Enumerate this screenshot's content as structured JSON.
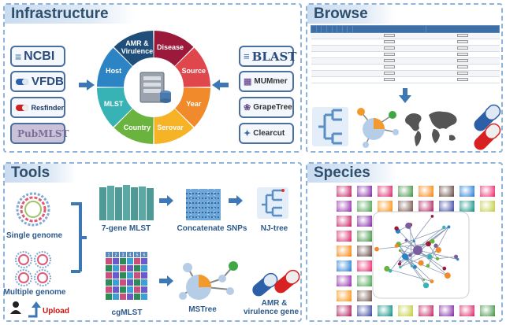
{
  "panels": {
    "infrastructure": "Infrastructure",
    "browse": "Browse",
    "tools": "Tools",
    "species": "Species"
  },
  "infrastructure": {
    "left_sources": [
      "NCBI",
      "VFDB",
      "Resfinder",
      "PubMLST"
    ],
    "right_tools": [
      "BLAST",
      "MUMmer",
      "GrapeTree",
      "Clearcut"
    ],
    "wheel": [
      {
        "label": "AMR &",
        "label2": "Virulence",
        "color": "#1e4e79"
      },
      {
        "label": "Disease",
        "color": "#9b1a3b"
      },
      {
        "label": "Source",
        "color": "#e0474c"
      },
      {
        "label": "Year",
        "color": "#f08a2a"
      },
      {
        "label": "Serovar",
        "color": "#f5b325"
      },
      {
        "label": "Country",
        "color": "#6ab33e"
      },
      {
        "label": "MLST",
        "color": "#38b3b5"
      },
      {
        "label": "Host",
        "color": "#2d84c4"
      }
    ]
  },
  "tools": {
    "single_genome": "Single genome",
    "multiple_genome": "Multiple genome",
    "upload": "Upload",
    "mlst7": "7-gene MLST",
    "concat": "Concatenate SNPs",
    "njtree": "NJ-tree",
    "cgmlst": "cgMLST",
    "mstree": "MSTree",
    "amr1": "AMR &",
    "amr2": "virulence gene",
    "cg_header": [
      "1",
      "2",
      "3",
      "4",
      "5",
      "6"
    ]
  },
  "colors": {
    "accent": "#3e77b6",
    "panel_border": "#8fb3d9",
    "title_text": "#2f4f6e"
  }
}
